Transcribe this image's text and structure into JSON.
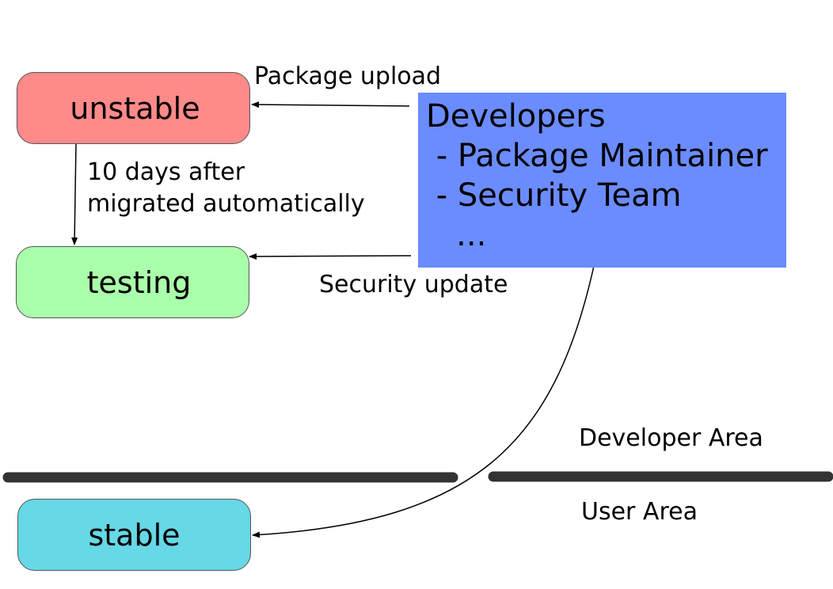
{
  "nodes": {
    "unstable": "unstable",
    "testing": "testing",
    "stable": "stable"
  },
  "developers": {
    "title": "Developers",
    "items": [
      " - Package Maintainer",
      " - Security Team",
      "   ..."
    ]
  },
  "edges": {
    "package_upload": "Package upload",
    "migration_line1": "10 days after",
    "migration_line2": "migrated automatically",
    "security_update": "Security update"
  },
  "areas": {
    "developer": "Developer Area",
    "user": "User Area"
  },
  "colors": {
    "unstable": "#ff8a8a",
    "testing": "#aaffaa",
    "stable": "#66d8e6",
    "developers": "#6b8cff",
    "divider": "#333333"
  }
}
